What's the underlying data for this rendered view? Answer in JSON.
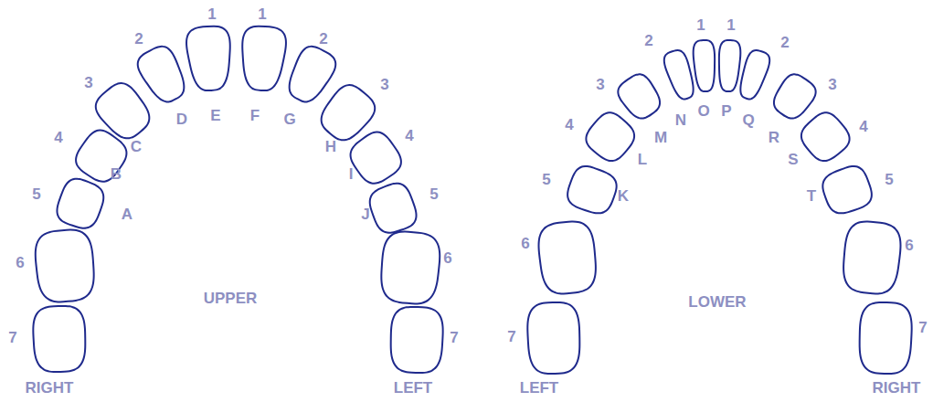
{
  "diagram": {
    "labels": [
      "1",
      "1",
      "2",
      "2",
      "3",
      "3",
      "4",
      "4",
      "5",
      "5",
      "6",
      "6",
      "7",
      "7",
      "D",
      "E",
      "F",
      "G",
      "C",
      "H",
      "B",
      "I",
      "A",
      "J",
      "UPPER",
      "RIGHT",
      "LEFT",
      "1",
      "1",
      "2",
      "2",
      "3",
      "3",
      "4",
      "4",
      "5",
      "5",
      "6",
      "6",
      "7",
      "7",
      "M",
      "N",
      "O",
      "P",
      "Q",
      "R",
      "L",
      "S",
      "K",
      "T",
      "LOWER",
      "LEFT",
      "RIGHT"
    ]
  }
}
